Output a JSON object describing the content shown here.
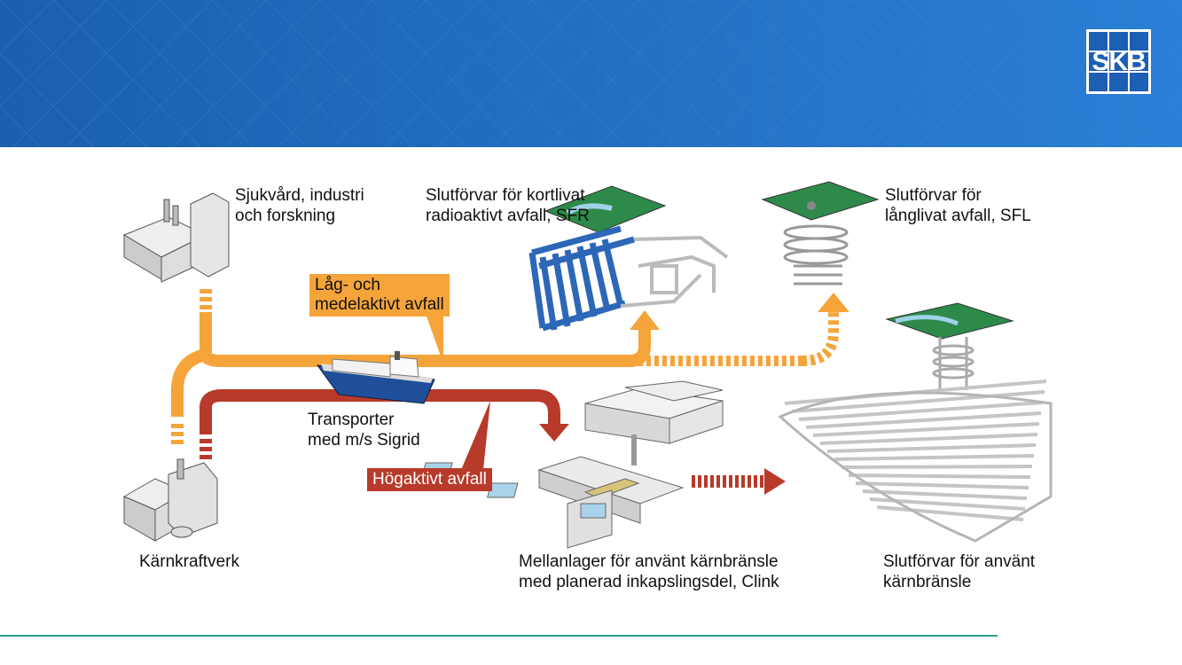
{
  "header": {
    "logo_text": "SKB"
  },
  "labels": {
    "sjukvard": "Sjukvård, industri\noch forskning",
    "sfr": "Slutförvar för kortlivat\nradioaktivt avfall, SFR",
    "sfl": "Slutförvar för\nlånglivat avfall, SFL",
    "lag_medel": "Låg- och\nmedelaktivt avfall",
    "transport": "Transporter\nmed m/s Sigrid",
    "hogaktivt": "Högaktivt avfall",
    "karnkraftverk": "Kärnkraftverk",
    "clink": "Mellanlager för använt kärnbränsle\nmed planerad inkapslingsdel, Clink",
    "slutforvar_anvant": "Slutförvar för använt\nkärnbränsle"
  },
  "colors": {
    "header": "#1f6fc4",
    "orange_flow": "#f5a43a",
    "red_flow": "#b83a2a",
    "footer_line": "#2e9e8e"
  }
}
